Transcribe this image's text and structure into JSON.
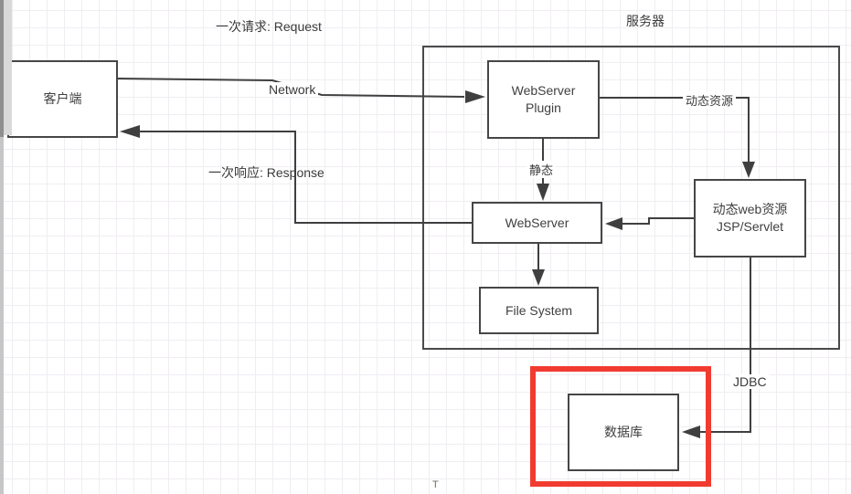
{
  "labels": {
    "request": "一次请求: Request",
    "network": "Network",
    "response": "一次响应: Response",
    "server_title": "服务器",
    "dynamic_resource": "动态资源",
    "static_resource": "静态",
    "jdbc": "JDBC",
    "cursor_mark": "T"
  },
  "nodes": {
    "client": {
      "label": "客户端"
    },
    "webserver_plugin": {
      "line1": "WebServer",
      "line2": "Plugin"
    },
    "webserver": {
      "label": "WebServer"
    },
    "file_system": {
      "label": "File System"
    },
    "dynamic_web_resource": {
      "line1": "动态web资源",
      "line2": "JSP/Servlet"
    },
    "database": {
      "label": "数据库"
    }
  },
  "colors": {
    "stroke": "#3f3f3f",
    "text": "#3a3a3a",
    "highlight_red": "#f23b30",
    "grid": "#f1edf3"
  }
}
